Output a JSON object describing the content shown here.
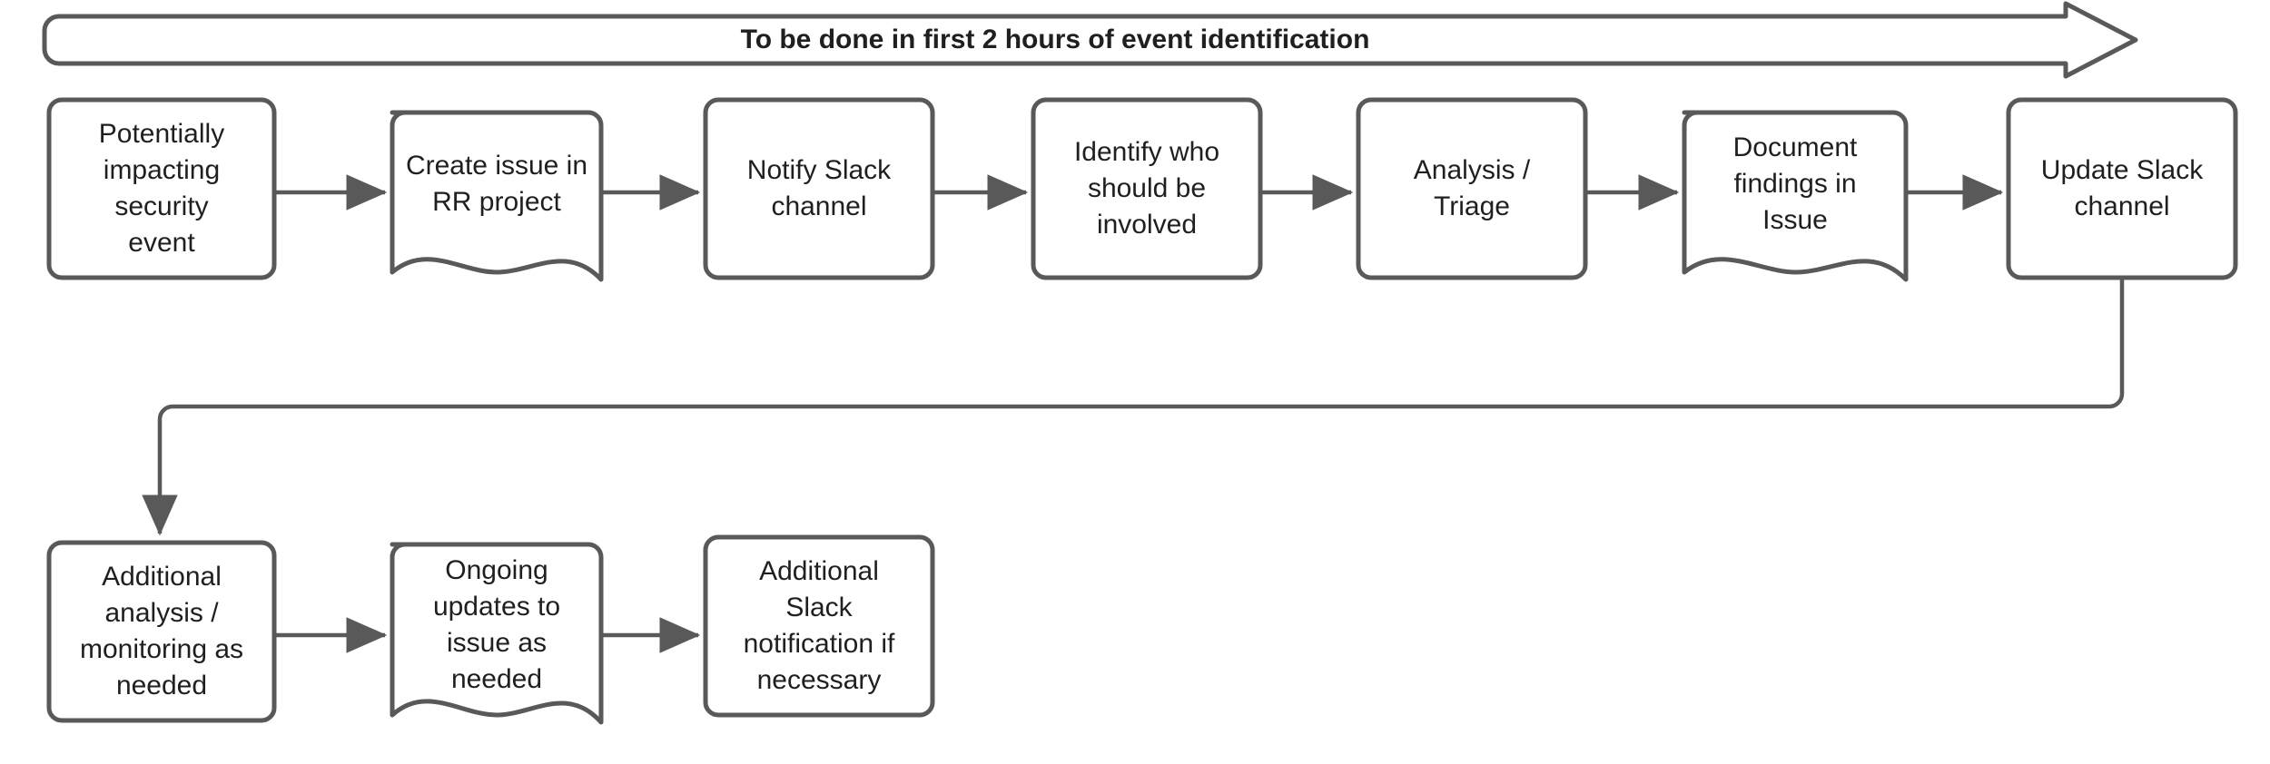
{
  "diagram": {
    "title_banner": {
      "text": "To be done in first 2 hours of event identification",
      "shape": "right-arrow-banner"
    },
    "colors": {
      "stroke": "#595959",
      "text": "#1f1f1f",
      "fill": "#ffffff",
      "background": "#ffffff"
    },
    "rows": [
      {
        "name": "first-two-hours-row",
        "nodes": [
          {
            "id": "potentially-impacting-security-event",
            "label": "Potentially\nimpacting\nsecurity\nevent",
            "shape": "rounded-rect"
          },
          {
            "id": "create-issue-in-rr-project",
            "label": "Create issue in\nRR project",
            "shape": "document"
          },
          {
            "id": "notify-slack-channel",
            "label": "Notify Slack\nchannel",
            "shape": "rounded-rect"
          },
          {
            "id": "identify-who-should-be-involved",
            "label": "Identify who\nshould be\ninvolved",
            "shape": "rounded-rect"
          },
          {
            "id": "analysis-triage",
            "label": "Analysis /\nTriage",
            "shape": "rounded-rect"
          },
          {
            "id": "document-findings-in-issue",
            "label": "Document\nfindings in\nIssue",
            "shape": "document"
          },
          {
            "id": "update-slack-channel",
            "label": "Update Slack\nchannel",
            "shape": "rounded-rect"
          }
        ]
      },
      {
        "name": "ongoing-row",
        "nodes": [
          {
            "id": "additional-analysis-monitoring-as-needed",
            "label": "Additional\nanalysis /\nmonitoring as\nneeded",
            "shape": "rounded-rect"
          },
          {
            "id": "ongoing-updates-to-issue-as-needed",
            "label": "Ongoing\nupdates to\nissue as\nneeded",
            "shape": "document"
          },
          {
            "id": "additional-slack-notification-if-necessary",
            "label": "Additional\nSlack\nnotification if\nnecessary",
            "shape": "rounded-rect"
          }
        ]
      }
    ],
    "connectors": [
      {
        "id": "c1",
        "from": "potentially-impacting-security-event",
        "to": "create-issue-in-rr-project",
        "kind": "arrow-right"
      },
      {
        "id": "c2",
        "from": "create-issue-in-rr-project",
        "to": "notify-slack-channel",
        "kind": "arrow-right"
      },
      {
        "id": "c3",
        "from": "notify-slack-channel",
        "to": "identify-who-should-be-involved",
        "kind": "arrow-right"
      },
      {
        "id": "c4",
        "from": "identify-who-should-be-involved",
        "to": "analysis-triage",
        "kind": "arrow-right"
      },
      {
        "id": "c5",
        "from": "analysis-triage",
        "to": "document-findings-in-issue",
        "kind": "arrow-right"
      },
      {
        "id": "c6",
        "from": "document-findings-in-issue",
        "to": "update-slack-channel",
        "kind": "arrow-right"
      },
      {
        "id": "c7",
        "from": "update-slack-channel",
        "to": "additional-analysis-monitoring-as-needed",
        "kind": "elbow-down-left-down"
      },
      {
        "id": "c8",
        "from": "additional-analysis-monitoring-as-needed",
        "to": "ongoing-updates-to-issue-as-needed",
        "kind": "arrow-right"
      },
      {
        "id": "c9",
        "from": "ongoing-updates-to-issue-as-needed",
        "to": "additional-slack-notification-if-necessary",
        "kind": "arrow-right"
      }
    ]
  }
}
